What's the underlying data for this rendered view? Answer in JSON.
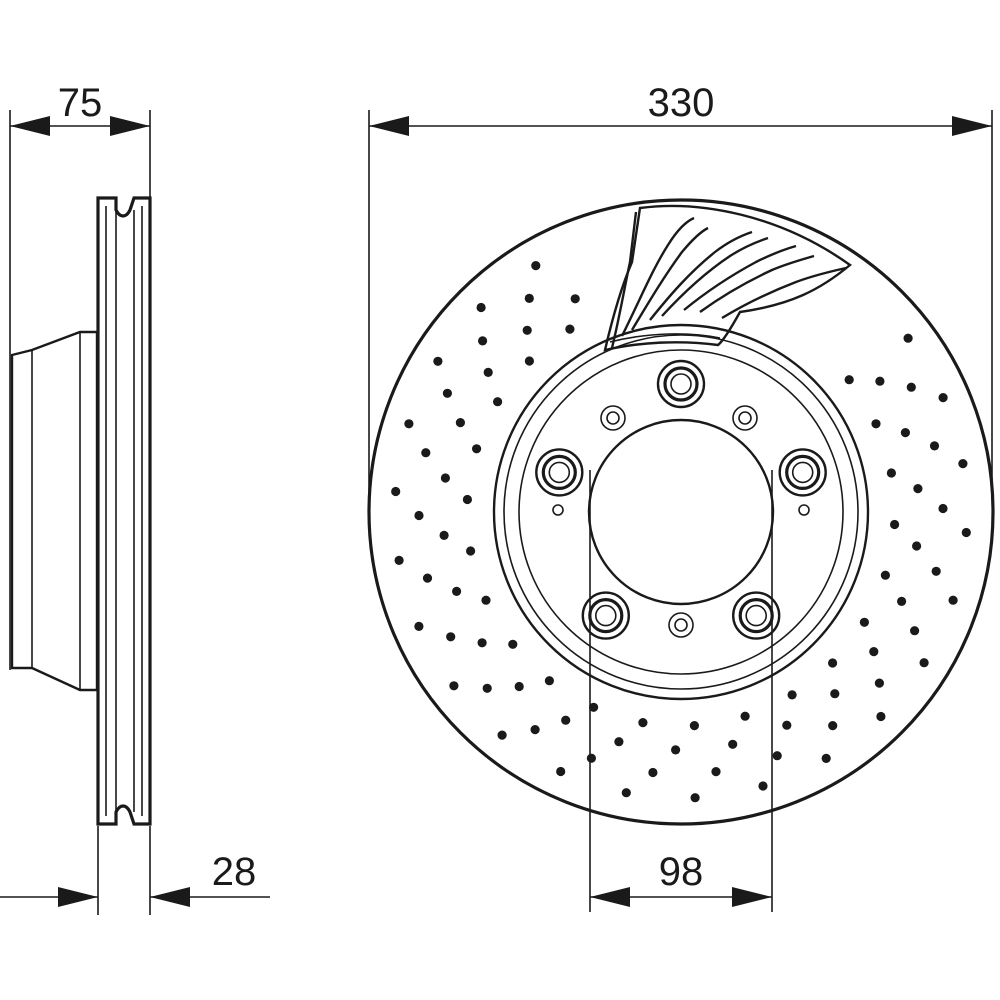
{
  "dimensions": {
    "hub_height": "75",
    "disc_thickness": "28",
    "outer_diameter": "330",
    "bolt_spacing": "98"
  }
}
